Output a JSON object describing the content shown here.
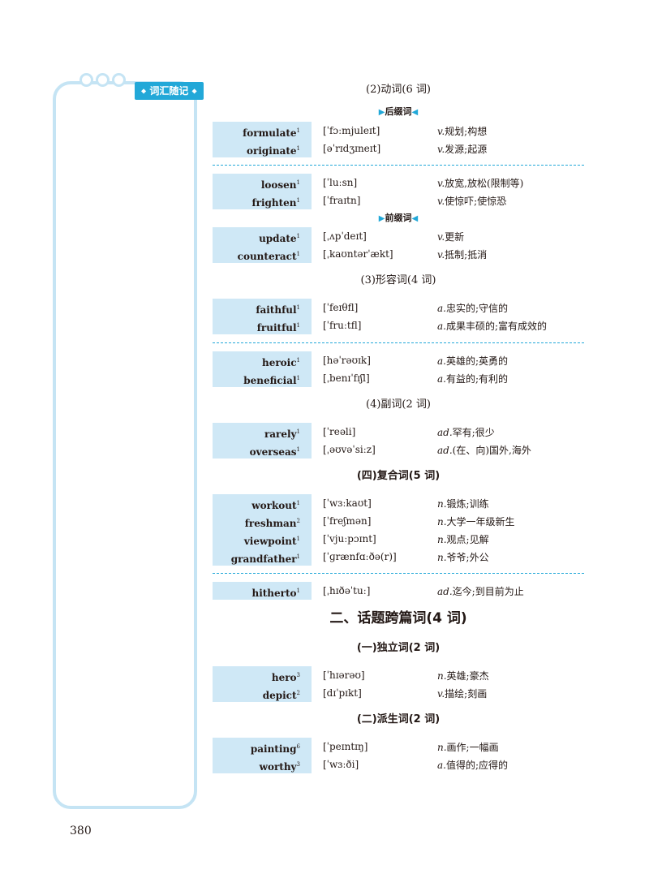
{
  "sidebar": {
    "label": "词汇随记"
  },
  "page_number": "380",
  "headings": {
    "verbs": "(2)动词(6 词)",
    "suffix": "后缀词",
    "prefix": "前缀词",
    "adjectives": "(3)形容词(4 词)",
    "adverbs": "(4)副词(2 词)",
    "compounds": "(四)复合词(5 词)",
    "topic": "二、话题跨篇词(4 词)",
    "independent": "(一)独立词(2 词)",
    "derived": "(二)派生词(2 词)"
  },
  "groups": {
    "g1": [
      {
        "word": "formulate",
        "sup": "1",
        "phonetic": "[ˈfɔːmjuleɪt]",
        "pos": "v.",
        "meaning": "规划;构想"
      },
      {
        "word": "originate",
        "sup": "1",
        "phonetic": "[əˈrɪdʒɪneɪt]",
        "pos": "v.",
        "meaning": "发源;起源"
      }
    ],
    "g2": [
      {
        "word": "loosen",
        "sup": "1",
        "phonetic": "[ˈluːsn]",
        "pos": "v.",
        "meaning": "放宽,放松(限制等)"
      },
      {
        "word": "frighten",
        "sup": "1",
        "phonetic": "[ˈfraɪtn]",
        "pos": "v.",
        "meaning": "使惊吓;使惊恐"
      }
    ],
    "g3": [
      {
        "word": "update",
        "sup": "1",
        "phonetic": "[ˌʌpˈdeɪt]",
        "pos": "v.",
        "meaning": "更新"
      },
      {
        "word": "counteract",
        "sup": "1",
        "phonetic": "[ˌkaʊntərˈækt]",
        "pos": "v.",
        "meaning": "抵制;抵消"
      }
    ],
    "g4": [
      {
        "word": "faithful",
        "sup": "1",
        "phonetic": "[ˈfeɪθfl]",
        "pos": "a.",
        "meaning": "忠实的;守信的"
      },
      {
        "word": "fruitful",
        "sup": "1",
        "phonetic": "[ˈfruːtfl]",
        "pos": "a.",
        "meaning": "成果丰硕的;富有成效的"
      }
    ],
    "g5": [
      {
        "word": "heroic",
        "sup": "1",
        "phonetic": "[həˈrəʊɪk]",
        "pos": "a.",
        "meaning": "英雄的;英勇的"
      },
      {
        "word": "beneficial",
        "sup": "1",
        "phonetic": "[ˌbenɪˈfɪʃl]",
        "pos": "a.",
        "meaning": "有益的;有利的"
      }
    ],
    "g6": [
      {
        "word": "rarely",
        "sup": "1",
        "phonetic": "[ˈreəli]",
        "pos": "ad.",
        "meaning": "罕有;很少"
      },
      {
        "word": "overseas",
        "sup": "1",
        "phonetic": "[ˌəʊvəˈsiːz]",
        "pos": "ad.",
        "meaning": "(在、向)国外,海外"
      }
    ],
    "g7": [
      {
        "word": "workout",
        "sup": "1",
        "phonetic": "[ˈwɜːkaʊt]",
        "pos": "n.",
        "meaning": "锻炼;训练"
      },
      {
        "word": "freshman",
        "sup": "2",
        "phonetic": "[ˈfreʃmən]",
        "pos": "n.",
        "meaning": "大学一年级新生"
      },
      {
        "word": "viewpoint",
        "sup": "1",
        "phonetic": "[ˈvjuːpɔɪnt]",
        "pos": "n.",
        "meaning": "观点;见解"
      },
      {
        "word": "grandfather",
        "sup": "1",
        "phonetic": "[ˈɡrænfɑːðə(r)]",
        "pos": "n.",
        "meaning": "爷爷;外公"
      }
    ],
    "g8": [
      {
        "word": "hitherto",
        "sup": "1",
        "phonetic": "[ˌhɪðəˈtuː]",
        "pos": "ad.",
        "meaning": "迄今;到目前为止"
      }
    ],
    "g9": [
      {
        "word": "hero",
        "sup": "3",
        "phonetic": "[ˈhɪərəʊ]",
        "pos": "n.",
        "meaning": "英雄;豪杰"
      },
      {
        "word": "depict",
        "sup": "2",
        "phonetic": "[dɪˈpɪkt]",
        "pos": "v.",
        "meaning": "描绘;刻画"
      }
    ],
    "g10": [
      {
        "word": "painting",
        "sup": "6",
        "phonetic": "[ˈpeɪntɪŋ]",
        "pos": "n.",
        "meaning": "画作;一幅画"
      },
      {
        "word": "worthy",
        "sup": "3",
        "phonetic": "[ˈwɜːði]",
        "pos": "a.",
        "meaning": "值得的;应得的"
      }
    ]
  }
}
